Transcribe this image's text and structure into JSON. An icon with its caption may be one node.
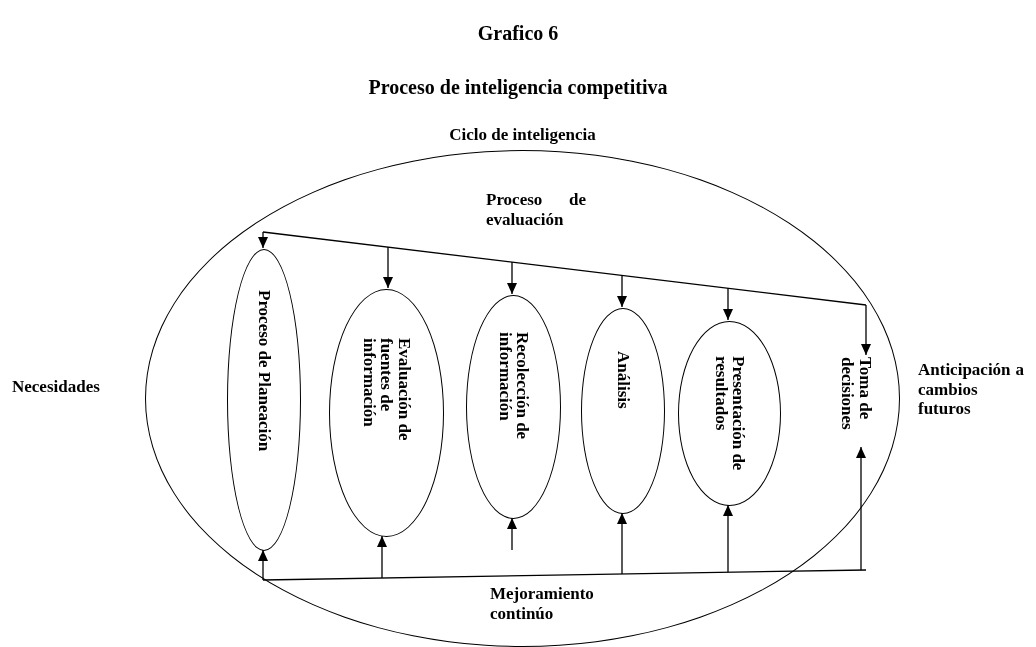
{
  "diagram": {
    "title": "Grafico 6",
    "nodes": [
      {
        "text": [
          "Ciclo de inteligencia"
        ]
      },
      {
        "text": [
          "Proceso de Planeación"
        ],
        "in": 0
      },
      {
        "text": [
          "Evaluación de fuentes de información"
        ],
        "in": 0
      },
      {
        "text": [
          "Recolección de información"
        ],
        "in": 0
      },
      {
        "text": [
          "Análisis"
        ],
        "in": 0
      },
      {
        "text": [
          "Presentación de resultados"
        ],
        "in": 0
      },
      {
        "text": [
          "Toma de decisiones"
        ],
        "in": 0
      }
    ],
    "edges": [
      {
        "from": null,
        "to": 1,
        "arrow": "to"
      },
      {
        "from": null,
        "to": 2,
        "arrow": "to"
      },
      {
        "from": null,
        "to": 3,
        "arrow": "to"
      },
      {
        "from": null,
        "to": 4,
        "arrow": "to"
      },
      {
        "from": null,
        "to": 5,
        "arrow": "to"
      },
      {
        "from": null,
        "to": 6,
        "arrow": "to"
      },
      {
        "from": null,
        "to": 1,
        "arrow": "to"
      },
      {
        "from": null,
        "to": 2,
        "arrow": "to"
      },
      {
        "from": null,
        "to": 3,
        "arrow": "to"
      },
      {
        "from": null,
        "to": 4,
        "arrow": "to"
      },
      {
        "from": null,
        "to": 5,
        "arrow": "to"
      },
      {
        "from": null,
        "to": 6,
        "arrow": "to"
      }
    ],
    "labels": [
      "Proceso de inteligencia competitiva",
      "Proceso de evaluación",
      "Necesidades",
      "Anticipación a cambios futuros",
      "Mejoramiento continúo"
    ]
  }
}
